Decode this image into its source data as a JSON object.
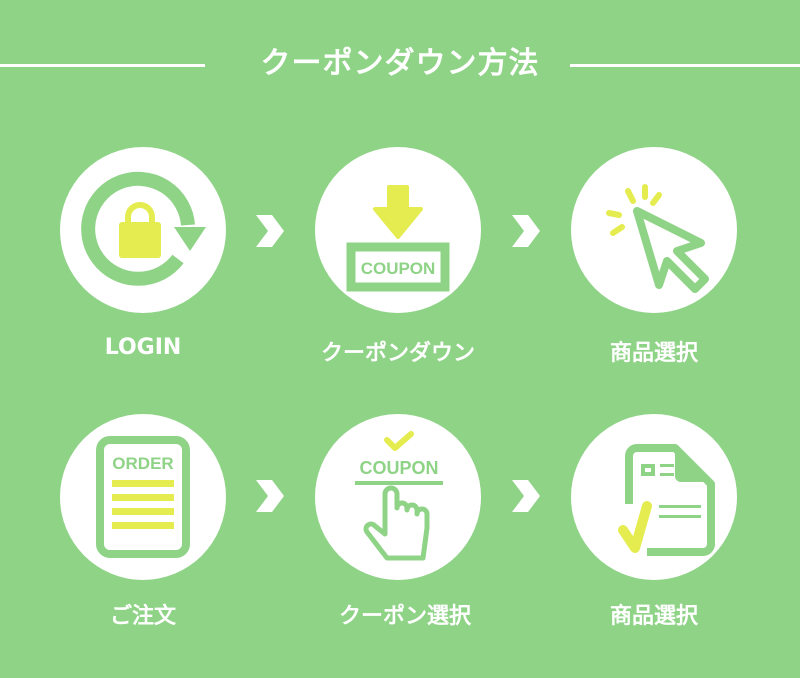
{
  "title": "クーポンダウン方法",
  "colors": {
    "background": "#8fd387",
    "icon_green": "#8fd387",
    "icon_yellow": "#e4ec50"
  },
  "steps_row1": [
    {
      "label": "LOGIN",
      "icon": "login-lock-icon"
    },
    {
      "label": "クーポンダウン",
      "icon": "coupon-download-icon",
      "icon_text": "COUPON"
    },
    {
      "label": "商品選択",
      "icon": "cursor-click-icon"
    }
  ],
  "steps_row2": [
    {
      "label": "ご注文",
      "icon": "order-document-icon",
      "icon_text": "ORDER"
    },
    {
      "label": "クーポン選択",
      "icon": "coupon-select-icon",
      "icon_text": "COUPON"
    },
    {
      "label": "商品選択",
      "icon": "document-check-icon"
    }
  ]
}
